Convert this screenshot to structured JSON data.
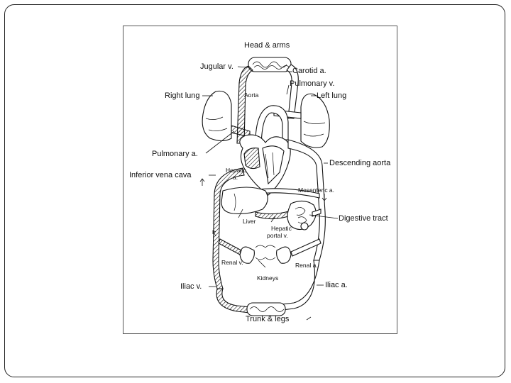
{
  "labels": {
    "head_arms": "Head & arms",
    "jugular_v": "Jugular v.",
    "carotid_a": "Carotid a.",
    "pulmonary_v": "Pulmonary v.",
    "aorta": "Aorta",
    "right_lung": "Right lung",
    "left_lung": "Left lung",
    "pulmonary_a": "Pulmonary a.",
    "descending_aorta": "Descending aorta",
    "inferior_vena_cava": "Inferior vena cava",
    "hepatic_a_1": "Hepatic",
    "hepatic_a_2": "a.",
    "mesenteric_a": "Mesenteric a.",
    "liver": "Liver",
    "digestive_tract": "Digestive tract",
    "hepatic_portal_1": "Hepatic",
    "hepatic_portal_2": "portal v.",
    "renal_v": "Renal v.",
    "renal_a": "Renal a.",
    "kidneys": "Kidneys",
    "iliac_v": "Iliac v.",
    "iliac_a": "Iliac a.",
    "trunk_legs": "Trunk & legs"
  }
}
